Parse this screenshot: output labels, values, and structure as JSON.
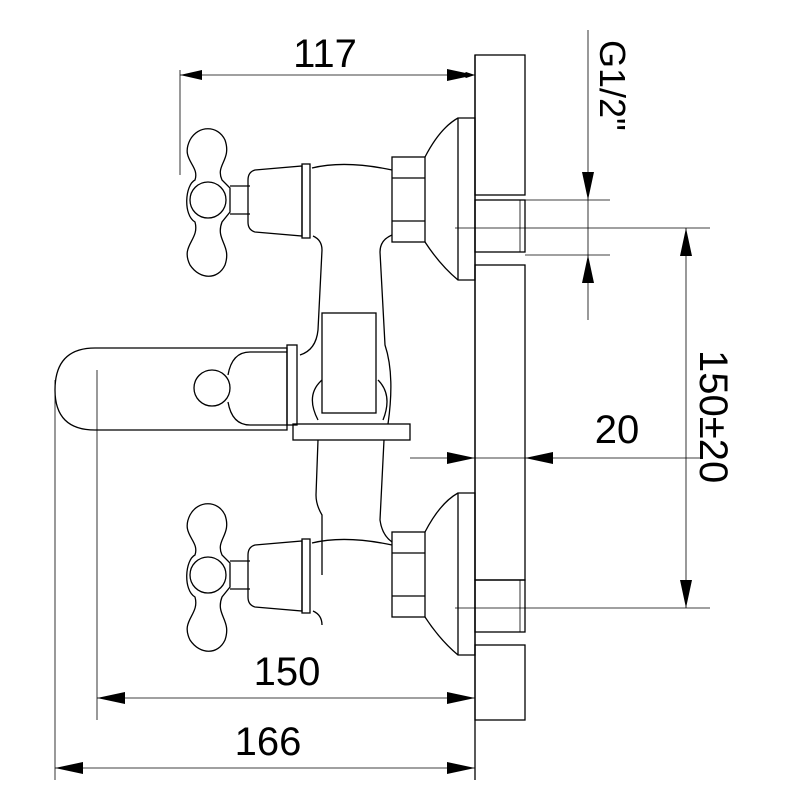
{
  "drawing": {
    "dimensions": {
      "top_width": "117",
      "thread": "G1/2\"",
      "inlet_spacing": "150±20",
      "wall_offset": "20",
      "spout_length": "150",
      "total_depth": "166"
    }
  }
}
